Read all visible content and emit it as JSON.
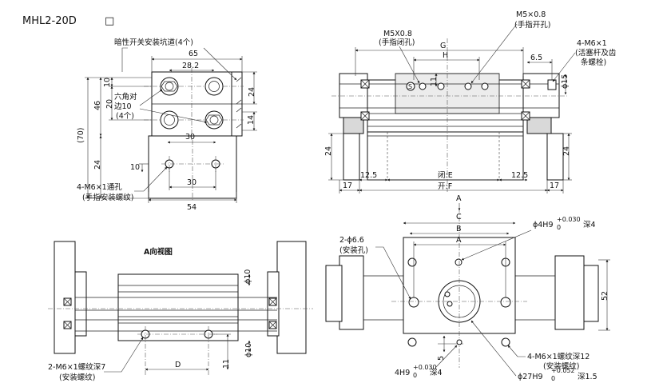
{
  "model": {
    "code": "MHL2-20D",
    "suffix_box": "□"
  },
  "top_left": {
    "groove_note": "暗性开关安装坑道(4个)",
    "dim_65": "65",
    "dim_28_2": "28.2",
    "dim_10": "10",
    "dim_46": "46",
    "dim_20": "20",
    "dim_70": "(70)",
    "dim_24_left": "24",
    "dim_24_right": "24",
    "dim_14": "14",
    "dim_30_top": "30",
    "dim_10_low": "10",
    "dim_30_bot": "30",
    "dim_54": "54",
    "hex_note_1": "六角对",
    "hex_note_2": "边10",
    "hex_note_3": "(4个)",
    "thread_note": "4-M6×1通孔",
    "thread_sub": "(手指安装螺纹)"
  },
  "top_right": {
    "m5_close": "M5X0.8",
    "m5_close_sub": "(手指闭孔)",
    "m5_open": "M5×0.8",
    "m5_open_sub": "(手指开孔)",
    "m6_note": "4-M6×1",
    "m6_sub_1": "(活塞杆及齿",
    "m6_sub_2": "条螺栓)",
    "dim_G": "G",
    "dim_H": "H",
    "dim_6_5": "6.5",
    "dim_11": "11",
    "dim_phi15": "ϕ15",
    "dim_24_l": "24",
    "dim_24_r": "24",
    "dim_12_5_l": "12.5",
    "dim_12_5_r": "12.5",
    "dim_17_l": "17",
    "dim_17_r": "17",
    "dim_close_E": "闭:E",
    "dim_open_F": "开:F",
    "port_S": "S"
  },
  "bottom_left": {
    "view_title": "A向视图",
    "dim_phi10_top": "ϕ10",
    "dim_phi10_bot": "ϕ10",
    "dim_D": "D",
    "dim_11": "11",
    "thread_note": "2-M6×1螺纹深7",
    "thread_sub": "(安装螺纹)"
  },
  "bottom_right": {
    "arrow_A_top": "A",
    "arrow_C": "C",
    "dim_B": "B",
    "dim_A": "A",
    "hole_note": "2-ϕ6.6",
    "hole_sub": "(安装孔)",
    "pin_note": "ϕ4H9",
    "pin_tol_up": "+0.030",
    "pin_tol_dn": "0",
    "pin_depth": "深4",
    "dim_52": "52",
    "dim_5": "5",
    "thread_note": "4-M6×1螺纹深12",
    "thread_sub": "(安装螺纹)",
    "pin2_note": "4H9",
    "pin2_tol_up": "+0.030",
    "pin2_tol_dn": "0",
    "pin2_depth": "深4",
    "bore_note": "ϕ27H9",
    "bore_tol_up": "+0.052",
    "bore_tol_dn": "0",
    "bore_depth": "深1.5"
  }
}
